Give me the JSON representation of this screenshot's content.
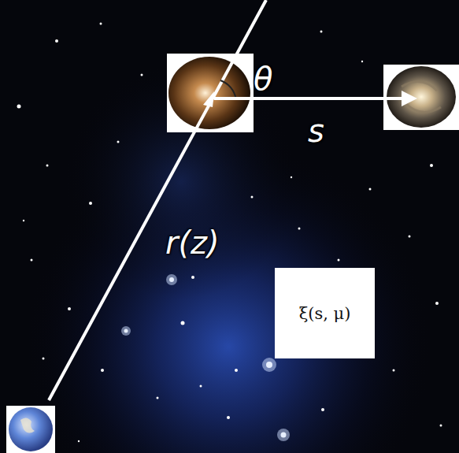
{
  "diagram": {
    "nodes": [
      {
        "text": [
          "ξ(s, μ)"
        ]
      }
    ],
    "labels": [
      "θ",
      "s",
      "r(z)"
    ]
  }
}
